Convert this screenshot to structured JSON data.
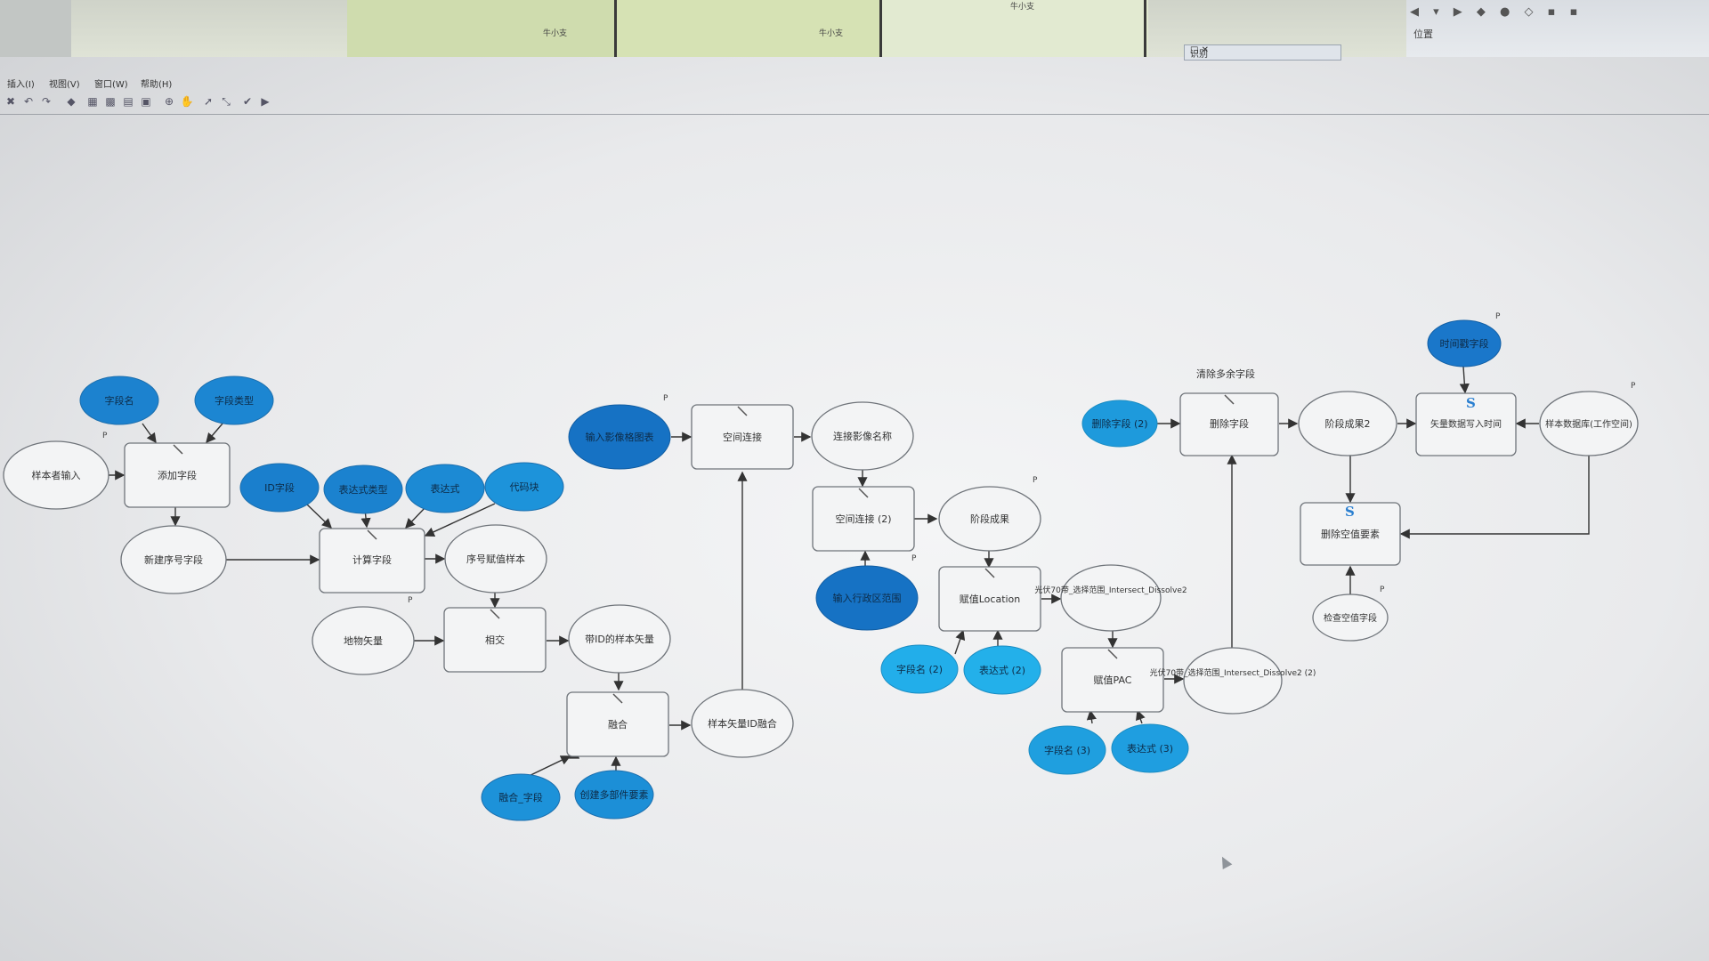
{
  "menu": {
    "items": [
      "插入(I)",
      "视图(V)",
      "窗口(W)",
      "帮助(H)"
    ]
  },
  "map": {
    "labels": [
      "牛小支",
      "牛小支",
      "牛小支"
    ],
    "panel_title": "识别"
  },
  "right_toolbar": {
    "label": "位置"
  },
  "diagram": {
    "title_above_delete": "清除多余字段",
    "nodes": {
      "n_ziduanming": "字段名",
      "n_ziduanleixing": "字段类型",
      "n_yangbenshuru": "样本者输入",
      "n_tianjiaziduan": "添加字段",
      "n_xinjianxuhao": "新建序号字段",
      "n_idziduan": "ID字段",
      "n_biaodashileixing": "表达式类型",
      "n_biaodashi": "表达式",
      "n_daimakuai": "代码块",
      "n_jisuanziduan": "计算字段",
      "n_xuhaofuzhi": "序号赋值样本",
      "n_diwushiliang": "地物矢量",
      "n_xiangjiao": "相交",
      "n_daidi": "带ID的样本矢量",
      "n_ronghe": "融合",
      "n_ronghe_ziduan": "融合_字段",
      "n_chuangjian": "创建多部件要素",
      "n_yangbenronghe": "样本矢量ID融合",
      "n_shuruyingxiang": "输入影像格图表",
      "n_kongjianlianjie": "空间连接",
      "n_lianjiemingcheng": "连接影像名称",
      "n_kongjianlianjie2": "空间连接 (2)",
      "n_jieduanchengguo": "阶段成果",
      "n_shuruxingzheng": "输入行政区范围",
      "n_fuzhilocation": "赋值Location",
      "n_ziduanming2": "字段名 (2)",
      "n_biaodashi2": "表达式 (2)",
      "n_guangfu1": "光伏70带_选择范围_Intersect_Dissolve2",
      "n_fuzhipac": "赋值PAC",
      "n_ziduanming3": "字段名 (3)",
      "n_biaodashi3": "表达式 (3)",
      "n_guangfu2": "光伏70带_选择范围_Intersect_Dissolve2 (2)",
      "n_shanchuziduan2": "删除字段 (2)",
      "n_shanchuziduan": "删除字段",
      "n_jieduanchengguo2": "阶段成果2",
      "n_shijianziduan": "时间戳字段",
      "n_shiliangxieru": "矢量数据写入时间",
      "n_yangbenku": "样本数据库(工作空间)",
      "n_shanchukong": "删除空值要素",
      "n_jianchakong": "检查空值字段"
    },
    "param_mark": "P"
  },
  "colors": {
    "blue_dark": "#1473c8",
    "blue_mid": "#1d8fd9",
    "blue_light": "#22aeea",
    "node_outline": "#6f747a",
    "connector": "#333333"
  }
}
